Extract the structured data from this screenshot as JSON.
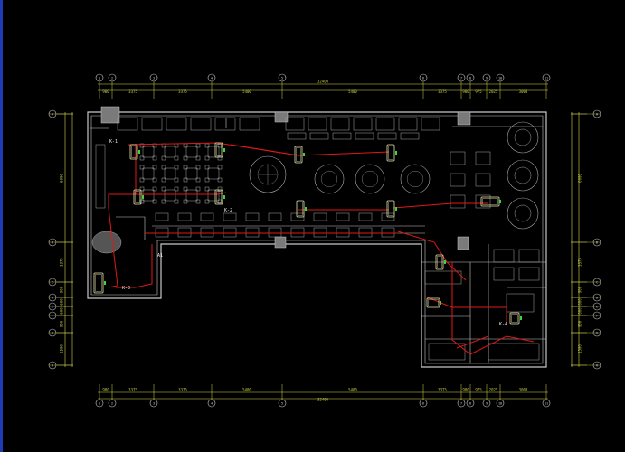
{
  "drawing": {
    "background": "#000000",
    "line_colors": {
      "wall": "#c8c8c8",
      "furniture": "#a8a8a8",
      "dimension": "#d6d64a",
      "bubble": "#c8c8c8",
      "circuit": "#e01818",
      "fixture": "#e8e8b0",
      "fixture_accent": "#38d838"
    },
    "dims": {
      "top_total": "32400",
      "top_segments": [
        "900",
        "3375",
        "3375",
        "5400",
        "5400",
        "3375",
        "900",
        "975",
        "2025",
        "3000"
      ],
      "bottom_total": "32400",
      "bottom_segments": [
        "900",
        "3375",
        "3375",
        "5400",
        "5400",
        "3375",
        "900",
        "975",
        "2025",
        "3000"
      ],
      "left_segments": [
        "6000",
        "3375",
        "900",
        "600",
        "600",
        "900",
        "1500"
      ],
      "right_segments": [
        "6000",
        "3375",
        "900",
        "600",
        "600",
        "900",
        "1500"
      ]
    },
    "grid_bubbles": {
      "top": [
        "1",
        "2",
        "3",
        "4",
        "5",
        "6",
        "7",
        "8",
        "9",
        "10",
        "11"
      ],
      "bottom": [
        "1",
        "2",
        "3",
        "4",
        "5",
        "6",
        "7",
        "8",
        "9",
        "10",
        "11"
      ],
      "left": [
        "A",
        "B",
        "C",
        "D",
        "E",
        "F",
        "G",
        "H"
      ],
      "right": [
        "A",
        "B",
        "C",
        "D",
        "E",
        "F",
        "G",
        "H"
      ]
    },
    "unit_tags": [
      {
        "id": "tag-1",
        "text": "K-1"
      },
      {
        "id": "tag-2",
        "text": "K-2"
      },
      {
        "id": "tag-3",
        "text": "K-3"
      },
      {
        "id": "tag-4",
        "text": "K-4"
      },
      {
        "id": "tag-5",
        "text": "A1"
      }
    ]
  }
}
